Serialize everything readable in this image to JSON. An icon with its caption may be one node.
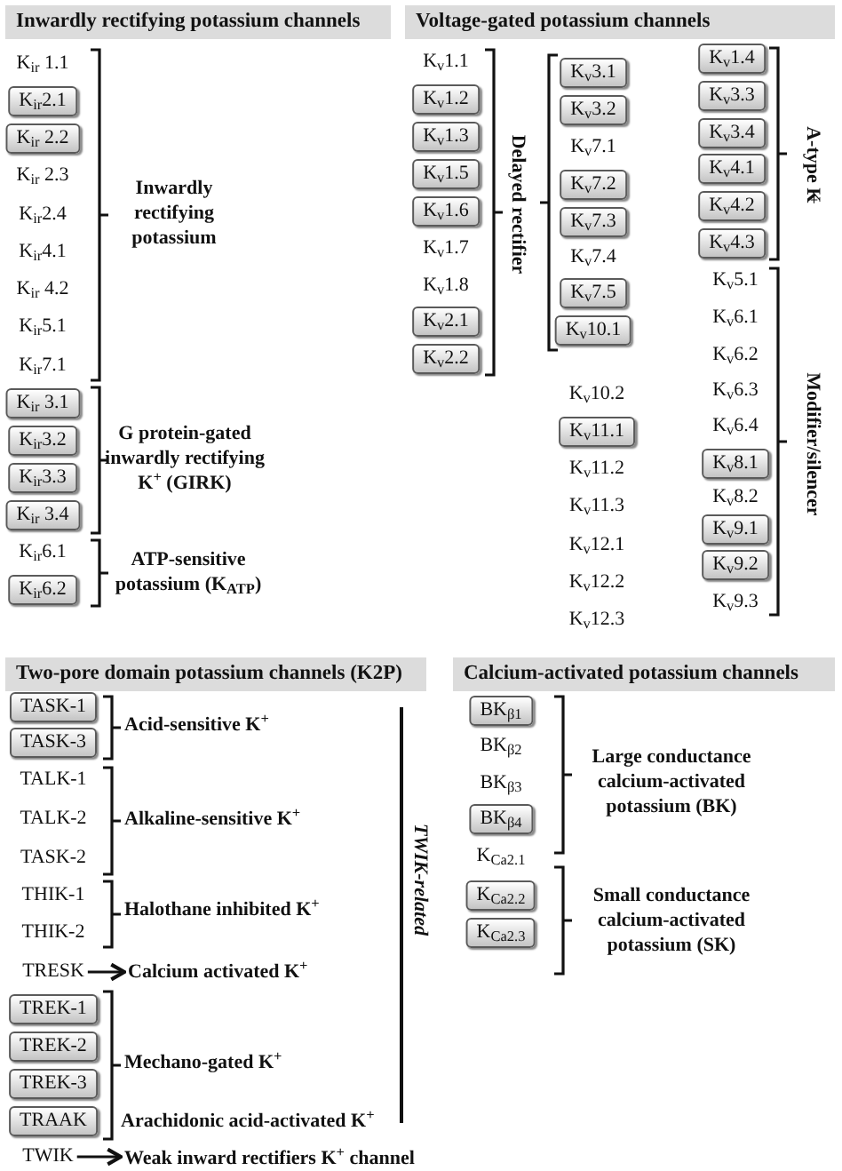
{
  "diagram": {
    "nodes": [
      {
        "text": [
          "Inwardly rectifying potassium channels"
        ]
      },
      {
        "text": [
          "Voltage-gated potassium channels"
        ]
      },
      {
        "text": [
          "K$_{ir}$2.1"
        ]
      },
      {
        "text": [
          "K$_{ir}$ 2.2"
        ]
      },
      {
        "text": [
          "K$_{ir}$ 3.1"
        ]
      },
      {
        "text": [
          "K$_{ir}$3.2"
        ]
      },
      {
        "text": [
          "K$_{ir}$3.3"
        ]
      },
      {
        "text": [
          "K$_{ir}$ 3.4"
        ]
      },
      {
        "text": [
          "K$_{ir}$6.2"
        ]
      },
      {
        "text": [
          "K$_{v}$1.2"
        ]
      },
      {
        "text": [
          "K$_{v}$1.3"
        ]
      },
      {
        "text": [
          "K$_{v}$1.5"
        ]
      },
      {
        "text": [
          "K$_{v}$1.6"
        ]
      },
      {
        "text": [
          "K$_{v}$2.1"
        ]
      },
      {
        "text": [
          "K$_{v}$2.2"
        ]
      },
      {
        "text": [
          "K$_{v}$3.1"
        ]
      },
      {
        "text": [
          "K$_{v}$3.2"
        ]
      },
      {
        "text": [
          "K$_{v}$7.2"
        ]
      },
      {
        "text": [
          "K$_{v}$7.3"
        ]
      },
      {
        "text": [
          "K$_{v}$7.5"
        ]
      },
      {
        "text": [
          "K$_{v}$10.1"
        ]
      },
      {
        "text": [
          "K$_{v}$11.1"
        ]
      },
      {
        "text": [
          "K$_{v}$1.4"
        ]
      },
      {
        "text": [
          "K$_{v}$3.3"
        ]
      },
      {
        "text": [
          "K$_{v}$3.4"
        ]
      },
      {
        "text": [
          "K$_{v}$4.1"
        ]
      },
      {
        "text": [
          "K$_{v}$4.2"
        ]
      },
      {
        "text": [
          "K$_{v}$4.3"
        ]
      },
      {
        "text": [
          "K$_{v}$8.1"
        ]
      },
      {
        "text": [
          "K$_{v}$9.1"
        ]
      },
      {
        "text": [
          "K$_{v}$9.2"
        ]
      },
      {
        "text": [
          "Two-pore domain potassium channels (K2P)"
        ]
      },
      {
        "text": [
          "Calcium-activated potassium channels"
        ]
      },
      {
        "text": [
          "TASK-1"
        ]
      },
      {
        "text": [
          "TASK-3"
        ]
      },
      {
        "text": [
          "TRESK"
        ]
      },
      {
        "text": [
          "Calcium activated K$^{+}$"
        ]
      },
      {
        "text": [
          "TREK-1"
        ]
      },
      {
        "text": [
          "TREK-2"
        ]
      },
      {
        "text": [
          "TREK-3"
        ]
      },
      {
        "text": [
          "TRAAK"
        ]
      },
      {
        "text": [
          "TWIK"
        ]
      },
      {
        "text": [
          "Weak inward rectifiers K$^{+}$ channel"
        ]
      },
      {
        "text": [
          "BK$_{β1}$"
        ]
      },
      {
        "text": [
          "BK$_{β4}$"
        ]
      },
      {
        "text": [
          "K$_{Ca2.2}$"
        ]
      },
      {
        "text": [
          "K$_{Ca2.3}$"
        ]
      }
    ],
    "edges": [
      {
        "from": 35,
        "to": 36,
        "arrow": "to"
      },
      {
        "from": 41,
        "to": 42,
        "arrow": "to"
      }
    ],
    "labels": [
      "K$_{ir}$ 1.1",
      "K$_{ir}$ 2.3",
      "K$_{ir}$2.4",
      "K$_{ir}$4.1",
      "K$_{ir}$ 4.2",
      "K$_{ir}$5.1",
      "K$_{ir}$7.1",
      "Inwardly rectifying potassium",
      "G protein-gated inwardly rectifying K$^{+}$ (GIRK)",
      "K$_{ir}$6.1",
      "ATP-sensitive potassium (K$_{ATP}$)",
      "K$_{v}$1.1",
      "K$_{v}$1.7",
      "K$_{v}$1.8",
      "Delayed rectifier",
      "K$_{v}$7.1",
      "K$_{v}$7.4",
      "K$_{v}$10.2",
      "K$_{v}$11.2",
      "K$_{v}$11.3",
      "K$_{v}$12.1",
      "K$_{v}$12.2",
      "K$_{v}$12.3",
      "A-type K$^{+}$",
      "K$_{v}$5.1",
      "K$_{v}$6.1",
      "K$_{v}$6.2",
      "K$_{v}$6.3",
      "K$_{v}$6.4",
      "K$_{v}$8.2",
      "K$_{v}$9.3",
      "Modifier/silencer",
      "Acid-sensitive K$^{+}$",
      "TALK-1",
      "TALK-2",
      "TASK-2",
      "Alkaline-sensitive K$^{+}$",
      "THIK-1",
      "THIK-2",
      "Halothane inhibited K$^{+}$",
      "Mechano-gated K$^{+}$",
      "Arachidonic acid-activated K$^{+}$",
      "TWIK-related",
      "BK$_{β2}$",
      "BK$_{β3}$",
      "Large conductance calcium-activated potassium (BK)",
      "K$_{Ca2.1}$",
      "Small conductance calcium-activated potassium (SK)"
    ]
  }
}
